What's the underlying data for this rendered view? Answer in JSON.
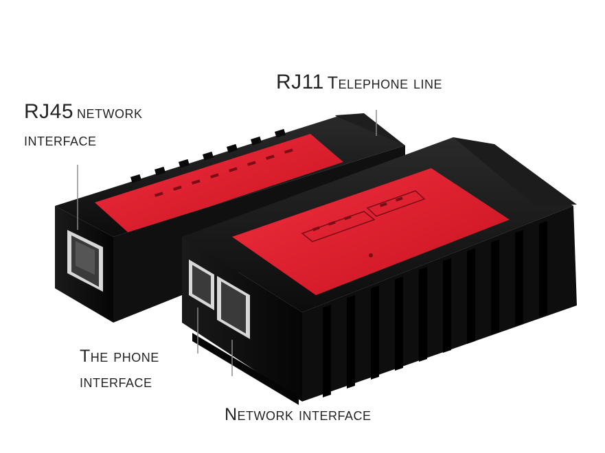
{
  "callouts": {
    "rj11": {
      "main": "RJ11",
      "rest": "Telephone line"
    },
    "rj45": {
      "main": "RJ45",
      "rest": "network",
      "line2": "interface"
    },
    "phone": {
      "line1": "The phone",
      "line2": "interface"
    },
    "network": {
      "line1": "Network interface"
    }
  },
  "colors": {
    "body": "#151515",
    "panel": "#e2162a",
    "panel_text": "#5a0a10",
    "leader": "#8a8a8a",
    "text": "#222222"
  }
}
